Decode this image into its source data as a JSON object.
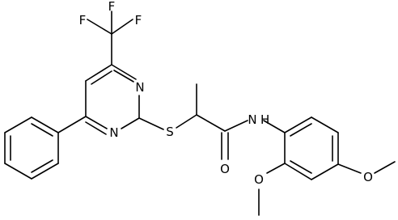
{
  "atoms": {
    "F1": "F",
    "F2": "F",
    "F3": "F",
    "N_top": "N",
    "N_bottom": "N",
    "S": "S",
    "NH": "N",
    "H": "H",
    "O_carbonyl": "O",
    "O_methoxy_ortho": "O",
    "O_methoxy_para": "O"
  }
}
